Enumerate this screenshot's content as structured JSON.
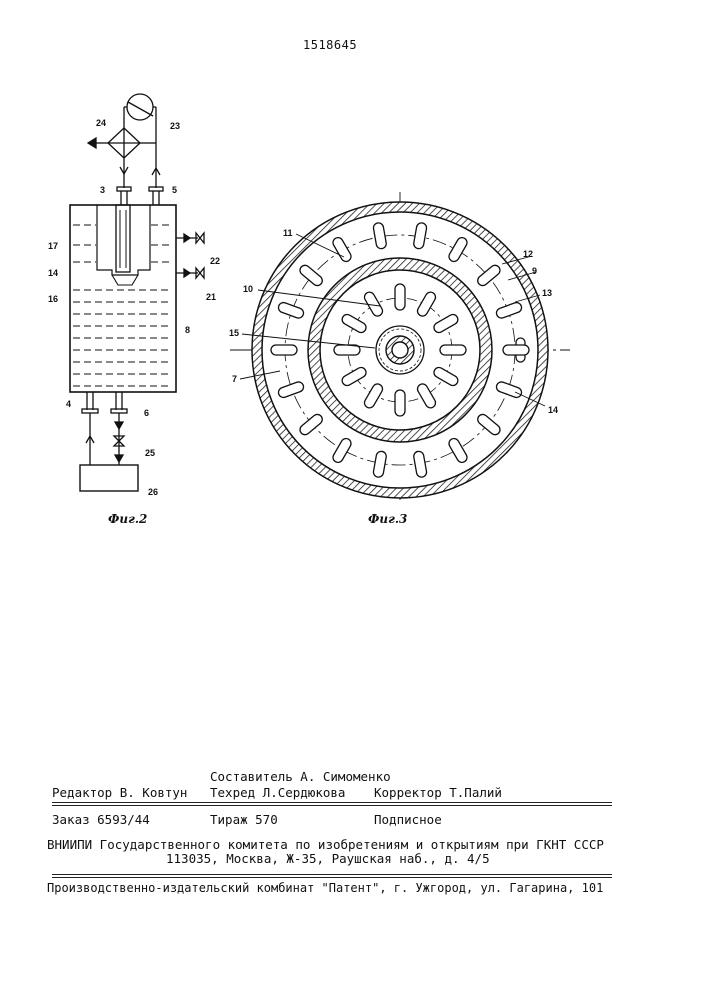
{
  "header": {
    "patent_number": "1518645"
  },
  "fig2": {
    "caption": "Фиг.2",
    "labels": [
      "23",
      "24",
      "3",
      "5",
      "17",
      "14",
      "16",
      "22",
      "21",
      "8",
      "4",
      "6",
      "25",
      "26"
    ]
  },
  "fig3": {
    "caption": "Фиг.3",
    "labels": [
      "11",
      "12",
      "9",
      "13",
      "10",
      "15",
      "7",
      "14"
    ]
  },
  "imprint": {
    "compiler": "Составитель А. Симоменко",
    "editor": "Редактор В. Ковтун",
    "tech_editor": "Техред Л.Сердюкова",
    "proofreader": "Корректор Т.Палий",
    "order": "Заказ 6593/44",
    "circulation": "Тираж 570",
    "subscription": "Подписное",
    "institute": "ВНИИПИ Государственного комитета по изобретениям и открытиям при ГКНТ СССР",
    "address": "113035, Москва, Ж-35, Раушская наб., д. 4/5",
    "publisher": "Производственно-издательский комбинат \"Патент\", г. Ужгород, ул. Гагарина, 101"
  }
}
